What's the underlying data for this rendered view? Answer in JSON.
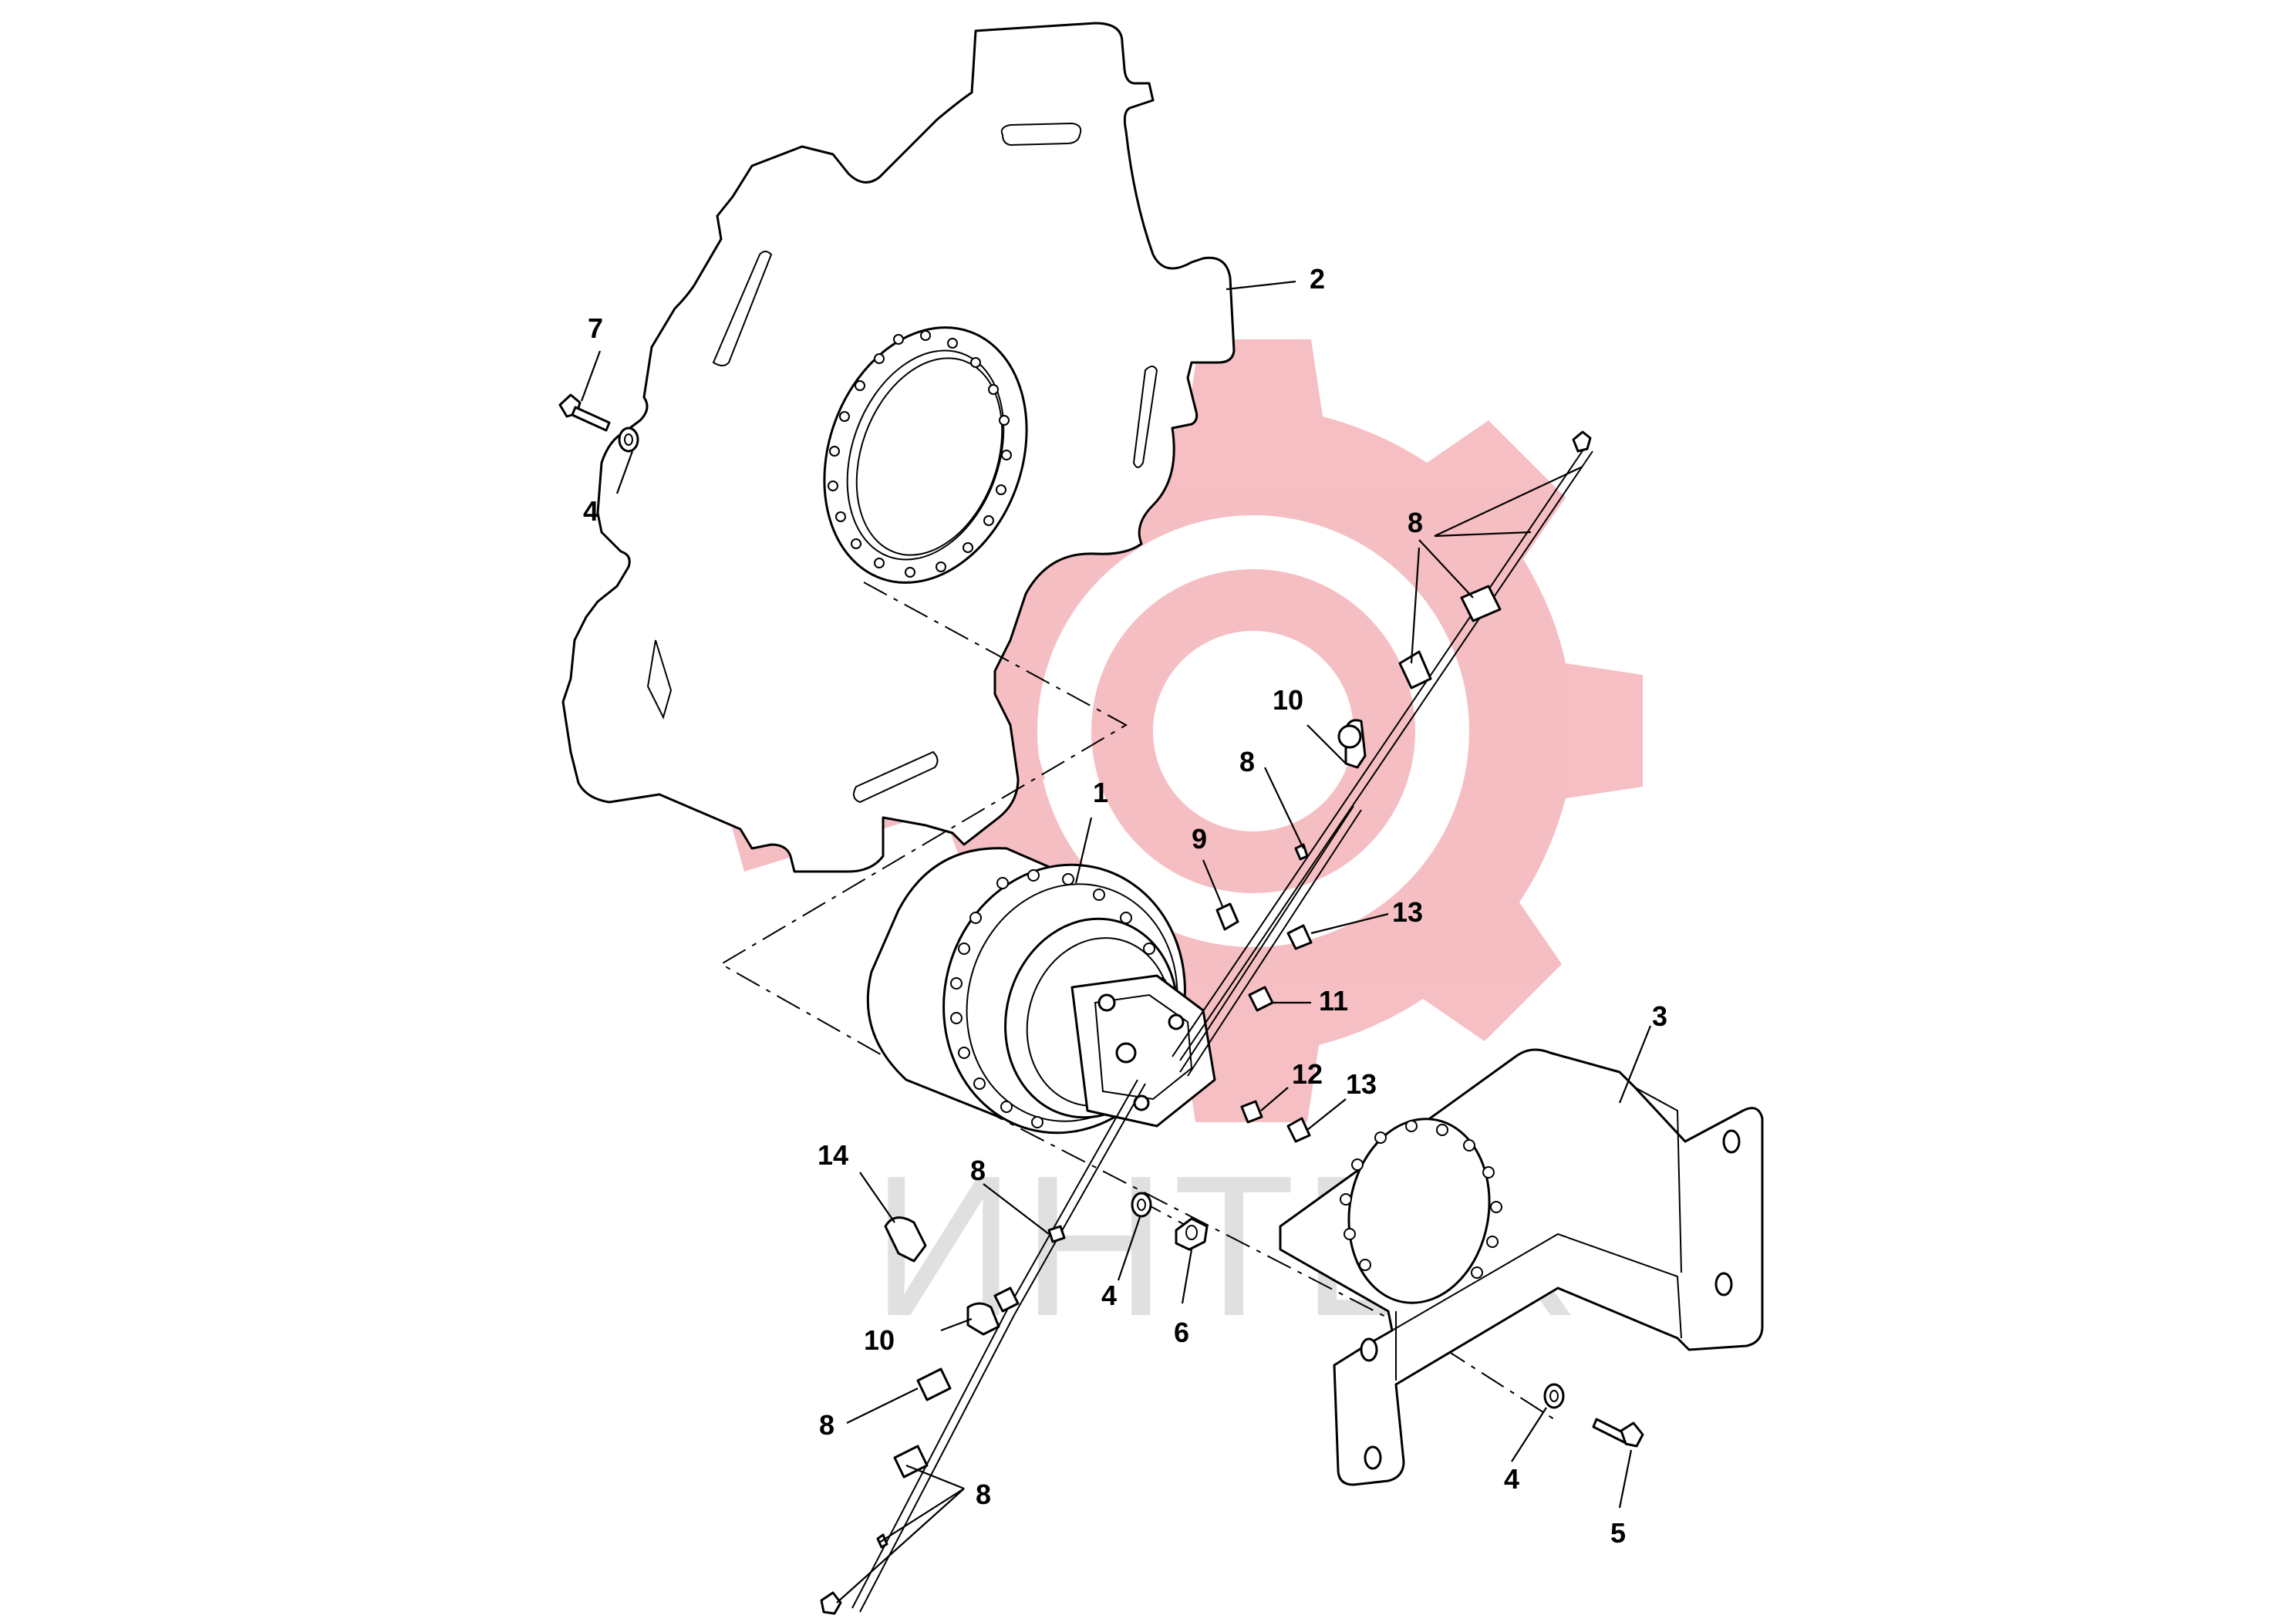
{
  "diagram": {
    "watermark": "ИНТЕХ",
    "callouts": [
      {
        "id": "c1",
        "text": "1"
      },
      {
        "id": "c2",
        "text": "2"
      },
      {
        "id": "c3",
        "text": "3"
      },
      {
        "id": "c4a",
        "text": "4"
      },
      {
        "id": "c4b",
        "text": "4"
      },
      {
        "id": "c4c",
        "text": "4"
      },
      {
        "id": "c5",
        "text": "5"
      },
      {
        "id": "c6",
        "text": "6"
      },
      {
        "id": "c7",
        "text": "7"
      },
      {
        "id": "c8a",
        "text": "8"
      },
      {
        "id": "c8b",
        "text": "8"
      },
      {
        "id": "c8c",
        "text": "8"
      },
      {
        "id": "c8d",
        "text": "8"
      },
      {
        "id": "c8e",
        "text": "8"
      },
      {
        "id": "c9",
        "text": "9"
      },
      {
        "id": "c10a",
        "text": "10"
      },
      {
        "id": "c10b",
        "text": "10"
      },
      {
        "id": "c11",
        "text": "11"
      },
      {
        "id": "c12",
        "text": "12"
      },
      {
        "id": "c13a",
        "text": "13"
      },
      {
        "id": "c13b",
        "text": "13"
      },
      {
        "id": "c14",
        "text": "14"
      }
    ],
    "colors": {
      "watermark_gear": "#f5b8bc",
      "watermark_text": "#c8c8c8",
      "line": "#000000"
    }
  }
}
